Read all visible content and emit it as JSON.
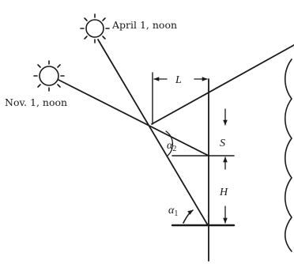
{
  "labels": {
    "april": "April 1, noon",
    "nov": "Nov. 1, noon",
    "L": "L",
    "S": "S",
    "H": "H",
    "alpha2_main": "α",
    "alpha2_sub": "2",
    "alpha1_main": "α",
    "alpha1_sub": "1"
  },
  "icons": {
    "sun": "sun-icon",
    "arrow": "arrowhead-icon"
  },
  "colors": {
    "ink": "#1a1a1a",
    "background": "#ffffff"
  }
}
